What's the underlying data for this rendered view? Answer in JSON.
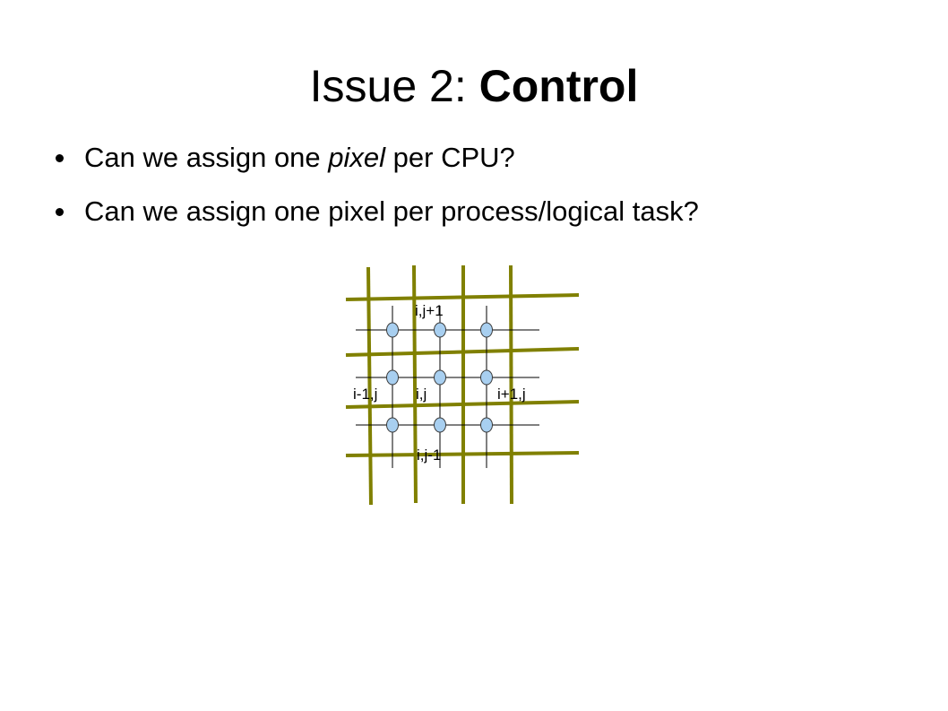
{
  "slide": {
    "title_prefix": "Issue 2: ",
    "title_bold": "Control",
    "bullets": [
      {
        "before": "Can we assign one ",
        "emph": "pixel",
        "after": " per CPU?"
      },
      {
        "before": "Can we assign one pixel per process/logical task?",
        "emph": "",
        "after": ""
      }
    ]
  },
  "diagram": {
    "labels": {
      "top": "i,j+1",
      "left": "i-1,j",
      "center": "i,j",
      "right": "i+1,j",
      "bottom": "i,j-1"
    },
    "colors": {
      "olive_line": "#808000",
      "node_fill": "#a8cff0",
      "node_stroke": "#3a3a3a",
      "thin_line": "#000000"
    }
  }
}
